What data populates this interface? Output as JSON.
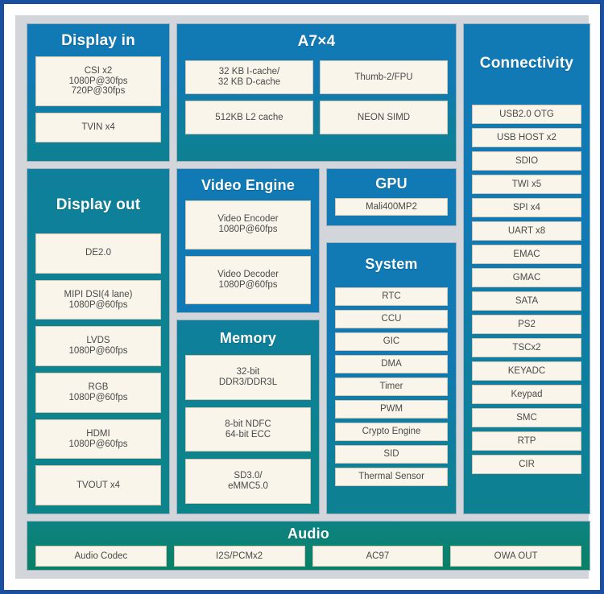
{
  "theme": {
    "outer_border": "#1a4fa0",
    "canvas_background": "#d2d5da",
    "block_blue": "#1179b4",
    "block_teal": "#0d8191",
    "block_audio": "#0a8066",
    "cell_background": "#faf5ea",
    "cell_text": "#4a4a4a",
    "title_text": "#ffffff"
  },
  "blocks": {
    "display_in": {
      "title": "Display in",
      "cells": [
        {
          "lines": [
            "CSI x2",
            "1080P@30fps",
            "720P@30fps"
          ]
        },
        {
          "lines": [
            "TVIN x4"
          ]
        }
      ]
    },
    "a7": {
      "title": "A7×4",
      "cells": [
        {
          "lines": [
            "32 KB I-cache/",
            "32 KB D-cache"
          ]
        },
        {
          "lines": [
            "Thumb-2/FPU"
          ]
        },
        {
          "lines": [
            "512KB L2 cache"
          ]
        },
        {
          "lines": [
            "NEON SIMD"
          ]
        }
      ]
    },
    "connectivity": {
      "title": "Connectivity",
      "cells": [
        {
          "lines": [
            "USB2.0 OTG"
          ]
        },
        {
          "lines": [
            "USB HOST x2"
          ]
        },
        {
          "lines": [
            "SDIO"
          ]
        },
        {
          "lines": [
            "TWI x5"
          ]
        },
        {
          "lines": [
            "SPI x4"
          ]
        },
        {
          "lines": [
            "UART x8"
          ]
        },
        {
          "lines": [
            "EMAC"
          ]
        },
        {
          "lines": [
            "GMAC"
          ]
        },
        {
          "lines": [
            "SATA"
          ]
        },
        {
          "lines": [
            "PS2"
          ]
        },
        {
          "lines": [
            "TSCx2"
          ]
        },
        {
          "lines": [
            "KEYADC"
          ]
        },
        {
          "lines": [
            "Keypad"
          ]
        },
        {
          "lines": [
            "SMC"
          ]
        },
        {
          "lines": [
            "RTP"
          ]
        },
        {
          "lines": [
            "CIR"
          ]
        }
      ]
    },
    "display_out": {
      "title": "Display out",
      "cells": [
        {
          "lines": [
            "DE2.0"
          ]
        },
        {
          "lines": [
            "MIPI DSI(4 lane)",
            "1080P@60fps"
          ]
        },
        {
          "lines": [
            "LVDS",
            "1080P@60fps"
          ]
        },
        {
          "lines": [
            "RGB",
            "1080P@60fps"
          ]
        },
        {
          "lines": [
            "HDMI",
            "1080P@60fps"
          ]
        },
        {
          "lines": [
            "TVOUT x4"
          ]
        }
      ]
    },
    "video_engine": {
      "title": "Video Engine",
      "cells": [
        {
          "lines": [
            "Video Encoder",
            "1080P@60fps"
          ]
        },
        {
          "lines": [
            "Video Decoder",
            "1080P@60fps"
          ]
        }
      ]
    },
    "memory": {
      "title": "Memory",
      "cells": [
        {
          "lines": [
            "32-bit",
            "DDR3/DDR3L"
          ]
        },
        {
          "lines": [
            "8-bit NDFC",
            "64-bit ECC"
          ]
        },
        {
          "lines": [
            "SD3.0/",
            "eMMC5.0"
          ]
        }
      ]
    },
    "gpu": {
      "title": "GPU",
      "cells": [
        {
          "lines": [
            "Mali400MP2"
          ]
        }
      ]
    },
    "system": {
      "title": "System",
      "cells": [
        {
          "lines": [
            "RTC"
          ]
        },
        {
          "lines": [
            "CCU"
          ]
        },
        {
          "lines": [
            "GIC"
          ]
        },
        {
          "lines": [
            "DMA"
          ]
        },
        {
          "lines": [
            "Timer"
          ]
        },
        {
          "lines": [
            "PWM"
          ]
        },
        {
          "lines": [
            "Crypto Engine"
          ]
        },
        {
          "lines": [
            "SID"
          ]
        },
        {
          "lines": [
            "Thermal Sensor"
          ]
        }
      ]
    },
    "audio": {
      "title": "Audio",
      "cells": [
        {
          "lines": [
            "Audio Codec"
          ]
        },
        {
          "lines": [
            "I2S/PCMx2"
          ]
        },
        {
          "lines": [
            "AC97"
          ]
        },
        {
          "lines": [
            "OWA OUT"
          ]
        }
      ]
    }
  }
}
